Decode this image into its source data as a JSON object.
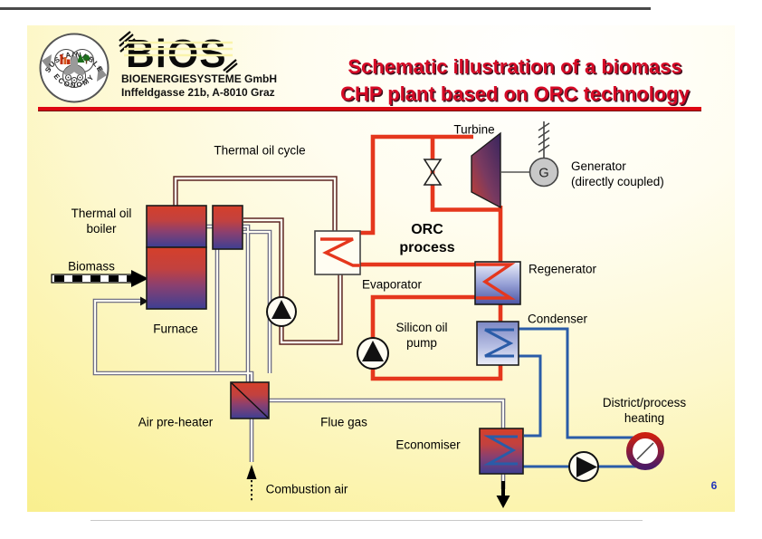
{
  "header": {
    "bios_logo": "BiOS",
    "company": "BIOENERGIESYSTEME GmbH",
    "address": "Inffeldgasse 21b, A-8010 Graz",
    "badge": {
      "top_arc": "SUSTAINABLE",
      "bottom_arc": "ECONOMY"
    },
    "title_line1": "Schematic illustration of a biomass",
    "title_line2": "CHP plant based on ORC technology"
  },
  "diagram": {
    "labels": {
      "thermal_oil_cycle": "Thermal oil cycle",
      "turbine": "Turbine",
      "generator_line1": "Generator",
      "generator_line2": "(directly coupled)",
      "generator_symbol": "G",
      "boiler_line1": "Thermal oil",
      "boiler_line2": "boiler",
      "biomass": "Biomass",
      "furnace": "Furnace",
      "orc_line1": "ORC",
      "orc_line2": "process",
      "evaporator": "Evaporator",
      "regenerator": "Regenerator",
      "condenser": "Condenser",
      "silicon_pump_line1": "Silicon oil",
      "silicon_pump_line2": "pump",
      "air_pre_heater": "Air pre-heater",
      "flue_gas": "Flue gas",
      "economiser": "Economiser",
      "combustion_air": "Combustion air",
      "district_line1": "District/process",
      "district_line2": "heating"
    },
    "colors": {
      "orc_loop": "#e5371d",
      "thermal_oil_pipe": "#5c2422",
      "water_pipe": "#2a5ca8",
      "flue_air_pipe": "#62627e",
      "title_red": "#d60a26"
    }
  },
  "footer": {
    "page_number": "6"
  }
}
